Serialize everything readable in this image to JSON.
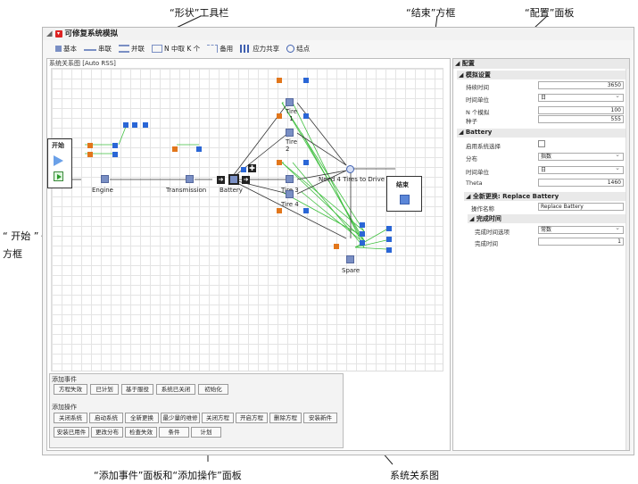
{
  "callouts": {
    "shape_toolbar": "“形状”工具栏",
    "end_box": "“结束”方框",
    "config_panel": "“配置”面板",
    "start_box_line1": "“ 开始 ”",
    "start_box_line2": "方框",
    "events_panel": "“添加事件”面板和“添加操作”面板",
    "system_diagram": "系统关系图"
  },
  "window": {
    "title": "可修复系统模拟"
  },
  "toolbar": {
    "items": [
      "基本",
      "串联",
      "并联",
      "N 中取 K 个",
      "备用",
      "应力共享",
      "结点"
    ]
  },
  "diagram": {
    "title": "系统关系图 [Auto RSS]",
    "start_label": "开始",
    "end_label": "结束",
    "nodes": {
      "engine": "Engine",
      "transmission": "Transmission",
      "battery": "Battery",
      "tire1": "Tire\n1",
      "tire2": "Tire\n2",
      "tire3": "Tire 3",
      "tire4": "Tire 4",
      "need": "Need 4 Tires to Drive",
      "spare": "Spare"
    }
  },
  "events": {
    "header": "添加事件",
    "buttons": [
      "方程失效",
      "已计划",
      "基于服役",
      "系统已关闭",
      "初始化"
    ]
  },
  "actions": {
    "header": "添加操作",
    "row1": [
      "关闭系统",
      "启动系统",
      "全新更换",
      "最少量的维修",
      "关闭方程",
      "开启方程",
      "删除方程",
      "安装新件"
    ],
    "row2": [
      "安装已用件",
      "更改分布",
      "检查失效",
      "条件",
      "计划"
    ]
  },
  "config": {
    "header": "配置",
    "sim_settings": {
      "header": "模拟设置",
      "duration_label": "持续时间",
      "duration_value": "3650",
      "time_unit_label": "时间单位",
      "time_unit_value": "日",
      "n_reps_label": "N 个模拟",
      "n_reps_value": "100",
      "seed_label": "种子",
      "seed_value": "555"
    },
    "battery": {
      "header": "Battery",
      "enable_label": "启用系统选择",
      "dist_label": "分布",
      "dist_value": "指数",
      "time_unit_label": "时间单位",
      "time_unit_value": "日",
      "theta_label": "Theta",
      "theta_value": "1460"
    },
    "replace": {
      "header": "全新更换: Replace Battery",
      "op_name_label": "操作名称",
      "op_name_value": "Replace Battery",
      "completion_header": "完成时间",
      "completion_option_label": "完成时间选项",
      "completion_option_value": "常数",
      "completion_time_label": "完成时间",
      "completion_time_value": "1"
    }
  },
  "colors": {
    "accent_orange": "#e2761b",
    "accent_blue": "#2a66d6",
    "node": "#7a8fc4",
    "green_line": "#3fbf3f"
  }
}
